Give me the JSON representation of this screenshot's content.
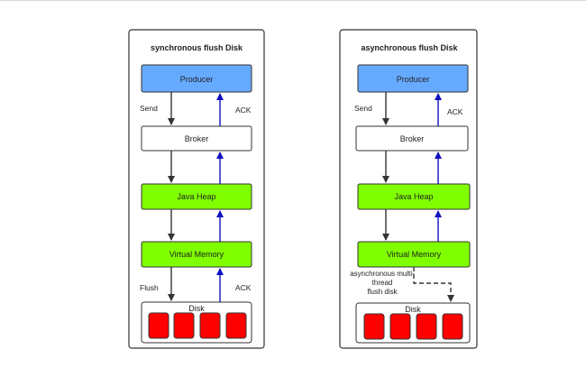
{
  "sync_panel": {
    "title": "synchronous flush Disk",
    "producer": "Producer",
    "broker": "Broker",
    "java_heap": "Java Heap",
    "virtual_memory": "Virtual Memory",
    "disk": "Disk",
    "send_label": "Send",
    "ack_top_label": "ACK",
    "flush_label": "Flush",
    "ack_bottom_label": "ACK"
  },
  "async_panel": {
    "title": "asynchronous flush Disk",
    "producer": "Producer",
    "broker": "Broker",
    "java_heap": "Java Heap",
    "virtual_memory": "Virtual Memory",
    "disk": "Disk",
    "send_label": "Send",
    "ack_top_label": "ACK",
    "flush_line1": "asynchronous multi-",
    "flush_line2": "thread",
    "flush_line3": "flush disk"
  },
  "colors": {
    "producer": "#66aaff",
    "memory": "#80ff00",
    "disk_block": "#ff0000",
    "ack_arrow": "#1010c0",
    "send_arrow": "#333333"
  }
}
